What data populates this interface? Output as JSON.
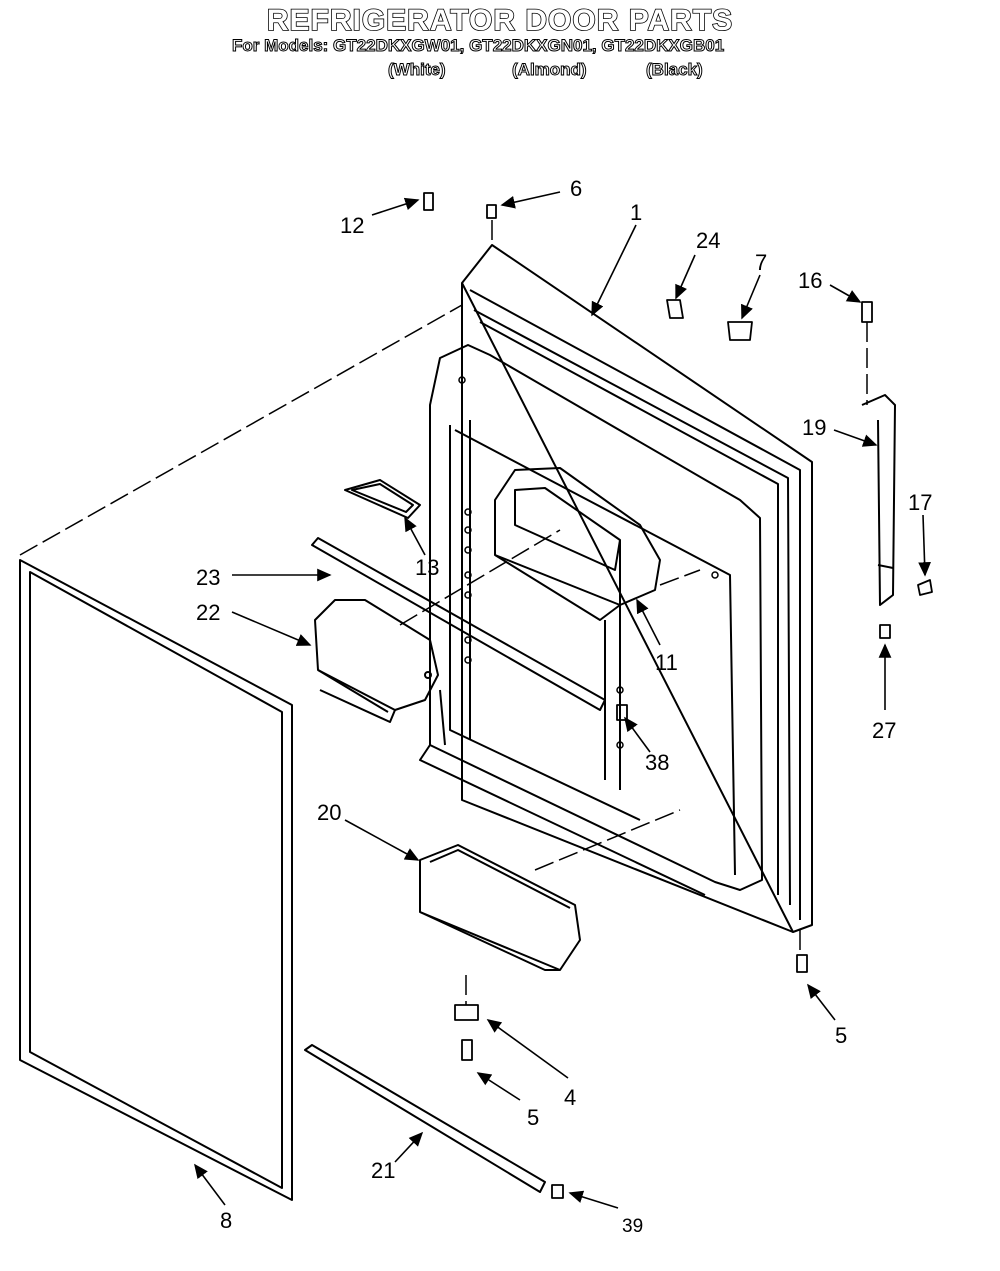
{
  "header": {
    "title": "REFRIGERATOR DOOR PARTS",
    "models_line": "For Models: GT22DKXGW01, GT22DKXGN01, GT22DKXGB01",
    "variants": [
      "(White)",
      "(Almond)",
      "(Black)"
    ]
  },
  "callouts": {
    "c1": "1",
    "c4": "4",
    "c5a": "5",
    "c5b": "5",
    "c6": "6",
    "c7": "7",
    "c8": "8",
    "c11": "11",
    "c12": "12",
    "c13": "13",
    "c16": "16",
    "c17": "17",
    "c19": "19",
    "c20": "20",
    "c21": "21",
    "c22": "22",
    "c23": "23",
    "c24": "24",
    "c27": "27",
    "c38": "38",
    "c39": "39"
  }
}
